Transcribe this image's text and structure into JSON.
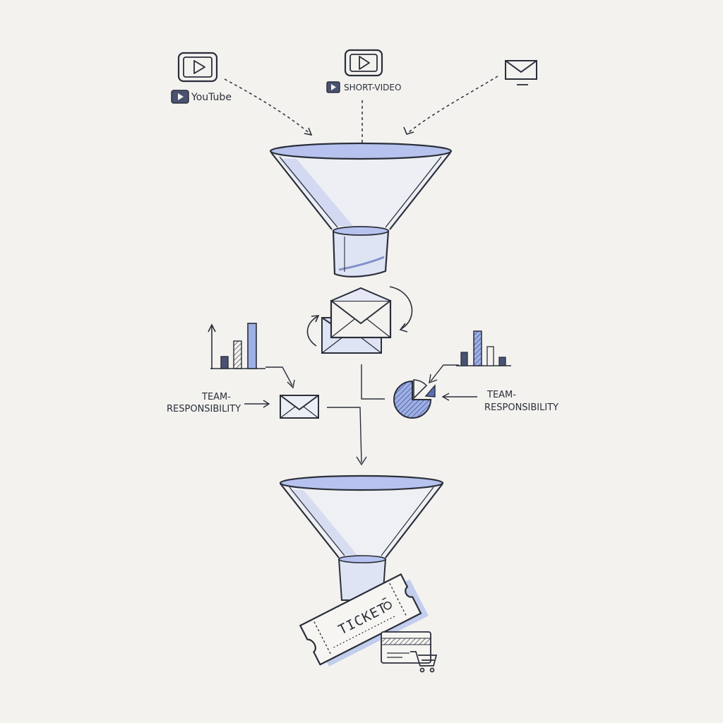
{
  "sources": {
    "youtube_label": "YouTube",
    "short_video_label": "SHORT-VIDEO"
  },
  "left_label": {
    "line1": "TEAM-",
    "line2": "RESPONSIBILITY"
  },
  "right_label": {
    "line1": "TEAM-",
    "line2": "RESPONSIBILITY"
  },
  "ticket": {
    "text": "TICKET"
  },
  "colors": {
    "ink": "#2b2f3a",
    "accent": "#9fb0e6",
    "accent_dark": "#5a6fb5",
    "paper": "#f3f2ef"
  }
}
